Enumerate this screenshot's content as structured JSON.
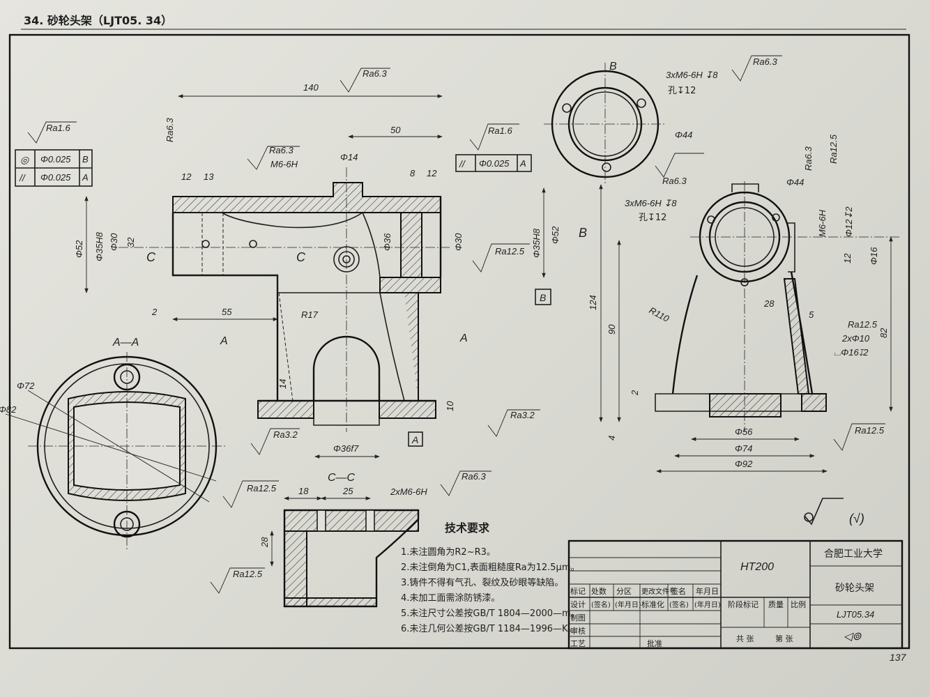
{
  "header": {
    "title": "34. 砂轮头架（LJT05. 34）"
  },
  "page_number": "137",
  "views": {
    "main": {
      "dims": {
        "d140": "140",
        "d50": "50",
        "d14": "Φ14",
        "d12a": "12",
        "d13": "13",
        "d8": "8",
        "d12b": "12",
        "d52l": "Φ52",
        "d35l": "Φ35H8",
        "d30l": "Φ30",
        "d32": "32",
        "d36": "Φ36",
        "d30r": "Φ30",
        "d35r": "Φ35H8",
        "d52r": "Φ52",
        "d2": "2",
        "d55": "55",
        "r17": "R17",
        "d14v": "14",
        "d10": "10",
        "d36f7": "Φ36f7",
        "thread": "M6-6H"
      },
      "sections": {
        "c_left": "C",
        "c_right": "C",
        "a_left": "A",
        "a_right": "A",
        "b_arrow": "B"
      },
      "datum_a": "A",
      "datum_b": "B",
      "rough": {
        "top": "Ra6.3",
        "left_top": "Ra6.3",
        "thread_ra": "Ra6.3",
        "ra16": "Ra1.6",
        "ra125": "Ra12.5",
        "ra32_bottom_left": "Ra3.2",
        "ra32_bottom_right": "Ra3.2"
      }
    },
    "tolerance_left": {
      "rows": [
        {
          "symbol": "◎",
          "value": "Φ0.025",
          "datum": "B"
        },
        {
          "symbol": "//",
          "value": "Φ0.025",
          "datum": "A"
        }
      ],
      "ra": "Ra1.6"
    },
    "tolerance_right": {
      "symbol": "//",
      "value": "Φ0.025",
      "datum": "A"
    },
    "view_b": {
      "label": "B",
      "holes": "3xM6-6H ↧8",
      "hole_depth": "孔↧12",
      "d44": "Φ44",
      "ra": "Ra6.3"
    },
    "side": {
      "ra_top": "Ra6.3",
      "ra_v1": "Ra6.3",
      "ra_v2": "Ra12.5",
      "d44": "Φ44",
      "holes": "3xM6-6H ↧8",
      "hole_depth": "孔↧12",
      "m6": "M6-6H",
      "d12": "Φ12↧2",
      "d12b": "12",
      "d16": "Φ16",
      "d124": "124",
      "d90": "90",
      "r110": "R110",
      "d28": "28",
      "d5": "5",
      "ra125b": "Ra12.5",
      "d2x10": "2xΦ10",
      "d16b": "⌴Φ16↧2",
      "d82": "82",
      "d2": "2",
      "d4": "4",
      "d56": "Φ56",
      "d74": "Φ74",
      "d92": "Φ92",
      "ra125c": "Ra12.5"
    },
    "section_aa": {
      "label": "A—A",
      "d72": "Φ72",
      "d82": "Φ82",
      "ra": "Ra12.5"
    },
    "section_cc": {
      "label": "C—C",
      "d18": "18",
      "d25": "25",
      "holes": "2xM6-6H",
      "ra": "Ra6.3",
      "d28": "28",
      "ra_left": "Ra12.5"
    }
  },
  "surface_note": "(√)",
  "tech": {
    "title": "技术要求",
    "items": [
      "1.未注圆角为R2~R3。",
      "2.未注倒角为C1,表面粗糙度Ra为12.5μm。",
      "3.铸件不得有气孔、裂纹及砂眼等缺陷。",
      "4.未加工面需涂防锈漆。",
      "5.未注尺寸公差按GB/T 1804—2000—m。",
      "6.未注几何公差按GB/T 1184—1996—K。"
    ]
  },
  "title_block": {
    "material": "HT200",
    "school": "合肥工业大学",
    "part_name": "砂轮头架",
    "drawing_no": "LJT05.34",
    "col_headers": [
      "标记",
      "处数",
      "分区",
      "更改文件号",
      "签名",
      "年月日"
    ],
    "design_row": [
      "设计",
      "(签名)",
      "(年月日)",
      "标准化",
      "(签名)",
      "(年月日)"
    ],
    "labels": {
      "draw": "制图",
      "check": "审核",
      "process": "工艺",
      "approve": "批准"
    },
    "stage": "阶段标记",
    "weight": "质量",
    "scale": "比例",
    "sheets_total": "共 张",
    "sheet_no": "第 张"
  }
}
